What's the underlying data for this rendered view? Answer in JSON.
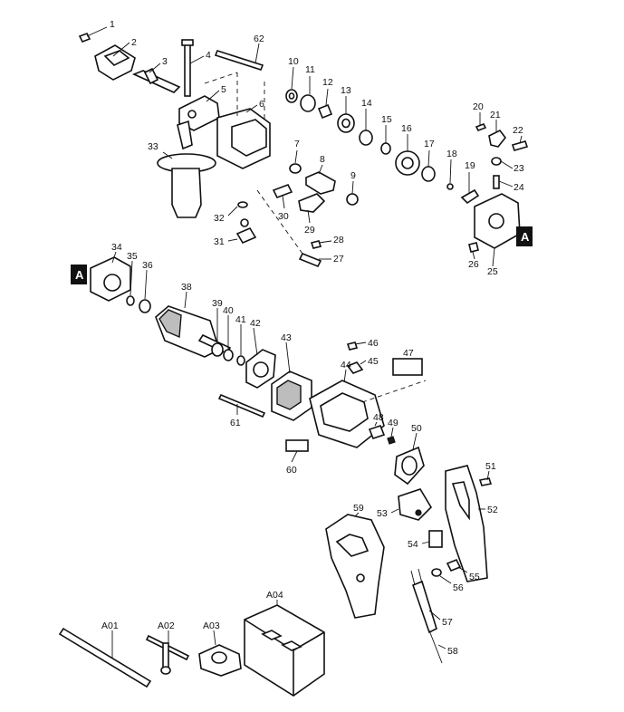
{
  "callouts": [
    "1",
    "2",
    "3",
    "4",
    "5",
    "6",
    "7",
    "8",
    "9",
    "10",
    "11",
    "12",
    "13",
    "14",
    "15",
    "16",
    "17",
    "18",
    "19",
    "20",
    "21",
    "22",
    "23",
    "24",
    "25",
    "26",
    "27",
    "28",
    "29",
    "30",
    "31",
    "32",
    "33",
    "34",
    "35",
    "36",
    "38",
    "39",
    "40",
    "41",
    "42",
    "43",
    "44",
    "45",
    "46",
    "47",
    "48",
    "49",
    "50",
    "51",
    "52",
    "53",
    "54",
    "55",
    "56",
    "57",
    "58",
    "59",
    "60",
    "61",
    "62"
  ],
  "accessory_callouts": [
    "A01",
    "A02",
    "A03",
    "A04"
  ],
  "reference_marker": "A"
}
